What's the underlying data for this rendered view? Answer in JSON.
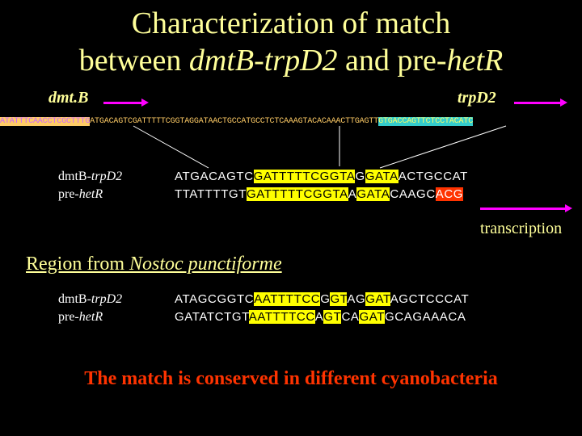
{
  "title": {
    "line1": "Characterization of match",
    "line2_prefix": "between ",
    "line2_gene1": "dmtB-trpD2",
    "line2_mid": " and pre-",
    "line2_gene2": "hetR"
  },
  "genes": {
    "left": "dmt.B",
    "right": "trpD2"
  },
  "full_sequence": {
    "part1": "ATATTTCAACCTCGCTTTG",
    "part2": "ATGACAGTCGATTTTTCGGTAGGATAACTGCCATGCCTCTCAAAGTACACAAACTTGAGTT",
    "part3": "GTGACCAGTTCTCCTACATC"
  },
  "alignment1": {
    "rows": [
      {
        "name_prefix": "dmtB-",
        "name_gene": "trpD2",
        "seg1": "ATGACAGTC",
        "seg2": "GATTTTTCGGTA",
        "seg3": "G",
        "seg4": "GATA",
        "seg5": "ACTGCCAT",
        "seg6": ""
      },
      {
        "name_prefix": "pre-",
        "name_gene": "hetR",
        "seg1": "TTATTTTGT",
        "seg2": "GATTTTTCGGTA",
        "seg3": "A",
        "seg4": "GATA",
        "seg5": "CAAGC",
        "seg6": "ACG"
      }
    ]
  },
  "transcription_label": "transcription",
  "region": {
    "prefix": "Region from ",
    "organism": "Nostoc punctiforme"
  },
  "alignment2": {
    "rows": [
      {
        "name_prefix": "dmtB-",
        "name_gene": "trpD2",
        "s1": "ATAGCGGTC",
        "s2": "AATTTTCC",
        "s3": "G",
        "s4": "GT",
        "s5": "AG",
        "s6": "GAT",
        "s7": "AGCTCCCAT"
      },
      {
        "name_prefix": "pre-",
        "name_gene": "hetR",
        "s1": "GATATCTGT",
        "s2": "AATTTTCC",
        "s3": "A",
        "s4": "GT",
        "s5": "CA",
        "s6": "GAT",
        "s7": "GCAGAAACA"
      }
    ]
  },
  "conclusion": "The match is conserved in different cyanobacteria",
  "colors": {
    "title": "#ffff99",
    "highlight": "#ffff00",
    "mismatch": "#ff3300",
    "arrow": "#ff00ff",
    "conclusion": "#ff3300"
  }
}
